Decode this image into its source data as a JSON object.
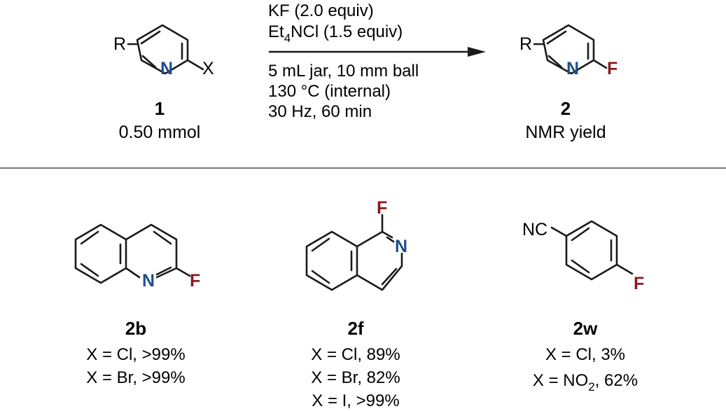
{
  "colors": {
    "nitrogen": "#1f4e8c",
    "fluorine": "#8b1a1a",
    "text": "#1a1a1a",
    "divider": "#7a7a7a"
  },
  "reaction": {
    "reactant": {
      "substituent": "R",
      "leaving_group": "X",
      "nitrogen": "N",
      "compound_number": "1",
      "amount": "0.50 mmol"
    },
    "conditions_above": [
      "KF (2.0 equiv)"
    ],
    "reagent2": {
      "prefix": "Et",
      "subscript": "4",
      "suffix": "NCl (1.5 equiv)"
    },
    "conditions_below": [
      "5 mL jar, 10 mm ball",
      "130 °C (internal)",
      "30 Hz, 60 min"
    ],
    "product": {
      "substituent": "R",
      "nitrogen": "N",
      "fluorine": "F",
      "compound_number": "2",
      "yield_label": "NMR yield"
    }
  },
  "examples": [
    {
      "id": "2b",
      "atoms": {
        "N": "N",
        "F": "F"
      },
      "results": [
        "X = Cl, >99%",
        "X = Br, >99%"
      ]
    },
    {
      "id": "2f",
      "atoms": {
        "N": "N",
        "F": "F"
      },
      "results": [
        "X = Cl, 89%",
        "X = Br, 82%",
        "X = I, >99%"
      ]
    },
    {
      "id": "2w",
      "atoms": {
        "NC": "NC",
        "F": "F"
      },
      "results": [
        "X = Cl, 3%"
      ],
      "result_sub": {
        "prefix": "X = NO",
        "subscript": "2",
        "suffix": ", 62%"
      }
    }
  ]
}
